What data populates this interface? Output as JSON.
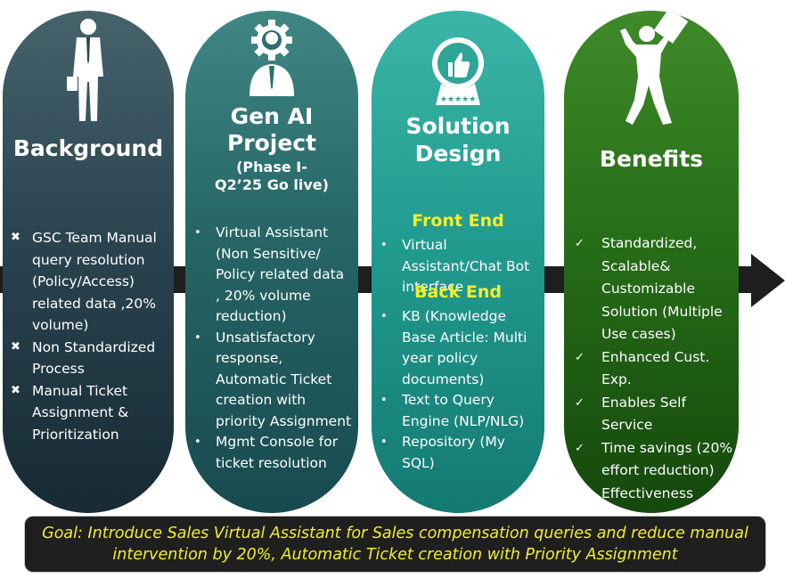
{
  "columns": [
    {
      "icon": "businessman-icon",
      "title": "Background",
      "bullet_icon": "cross-icon",
      "items": [
        "GSC Team Manual query resolution (Policy/Access) related data ,20% volume)",
        "Non Standardized Process",
        "Manual Ticket Assignment & Prioritization"
      ]
    },
    {
      "icon": "gear-person-icon",
      "title_line1": "Gen AI",
      "title_line2": "Project",
      "subtitle_line1": "(Phase I-",
      "subtitle_line2": "Q2’25 Go live)",
      "bullet_icon": "dot-icon",
      "items": [
        "Virtual Assistant (Non Sensitive/ Policy related data , 20% volume reduction)",
        "Unsatisfactory response, Automatic Ticket creation with priority Assignment",
        "Mgmt Console for ticket resolution"
      ]
    },
    {
      "icon": "thumbs-up-badge-icon",
      "title_line1": "Solution",
      "title_line2": "Design",
      "section1": "Front End",
      "section1_items": [
        "Virtual Assistant/Chat Bot interface"
      ],
      "section2": "Back End",
      "section2_items": [
        "KB (Knowledge Base Article: Multi year policy documents)",
        "Text to Query Engine (NLP/NLG)",
        "Repository (My SQL)"
      ],
      "bullet_icon": "dot-icon"
    },
    {
      "icon": "celebrating-man-icon",
      "title": "Benefits",
      "bullet_icon": "check-icon",
      "items": [
        "Standardized, Scalable& Customizable Solution (Multiple Use cases)",
        "Enhanced Cust. Exp.",
        "Enables Self Service",
        "Time savings (20% effort reduction)",
        "Effectiveness"
      ]
    }
  ],
  "goal": {
    "line1": "Goal:  Introduce Sales Virtual Assistant for Sales compensation queries and reduce manual",
    "line2": "intervention by 20%, Automatic Ticket creation with Priority Assignment"
  },
  "colors": {
    "arrow": "#1e1e1e",
    "highlight": "#f2ee2d",
    "background_col": "#2a4550",
    "project_col": "#266566",
    "design_col": "#229c90",
    "benefits_col": "#276e18"
  }
}
